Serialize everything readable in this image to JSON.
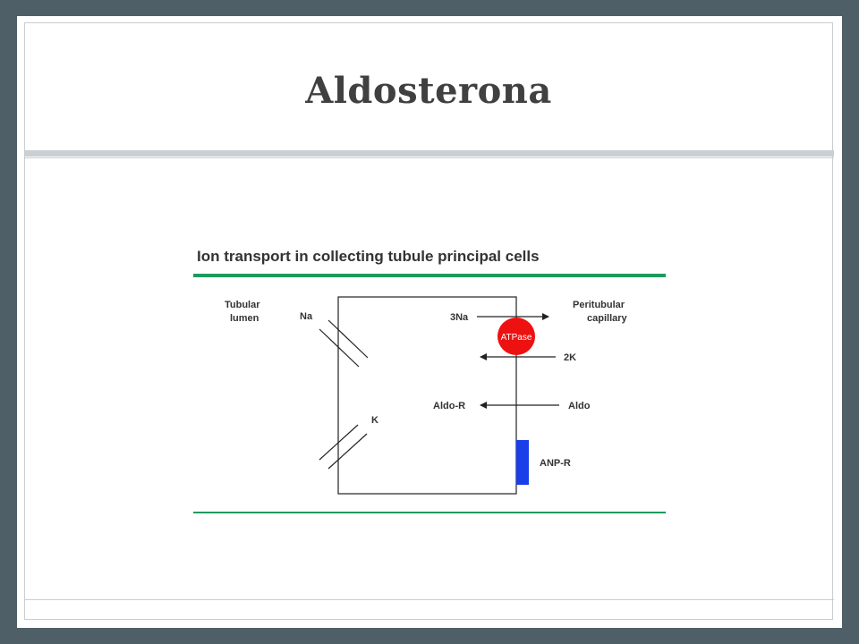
{
  "slide": {
    "title": "Aldosterona"
  },
  "figure": {
    "heading": "Ion transport in collecting tubule principal cells",
    "labels": {
      "tubular_lumen_line1": "Tubular",
      "tubular_lumen_line2": "lumen",
      "peritubular_line1": "Peritubular",
      "peritubular_line2": "capillary",
      "na": "Na",
      "k": "K",
      "three_na": "3Na",
      "two_k": "2K",
      "atpase": "ATPase",
      "aldo_r": "Aldo-R",
      "aldo": "Aldo",
      "anp_r": "ANP-R"
    },
    "colors": {
      "green_rule": "#1e9a5e",
      "atpase_red": "#ee1111",
      "anp_blue": "#1a3ee8",
      "line": "#222222"
    }
  }
}
